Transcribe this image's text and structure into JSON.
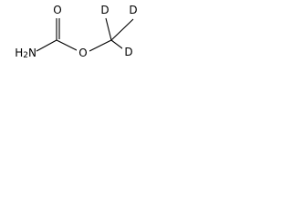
{
  "molecule": {
    "atoms": {
      "carbonyl_oxygen": "O",
      "amine": "H2N",
      "ester_oxygen": "O",
      "deuterium_top": "D",
      "deuterium_right": "D",
      "deuterium_bottom": "D"
    }
  },
  "colors": {
    "bond": "#000000",
    "text": "#000000",
    "background": "#ffffff"
  }
}
